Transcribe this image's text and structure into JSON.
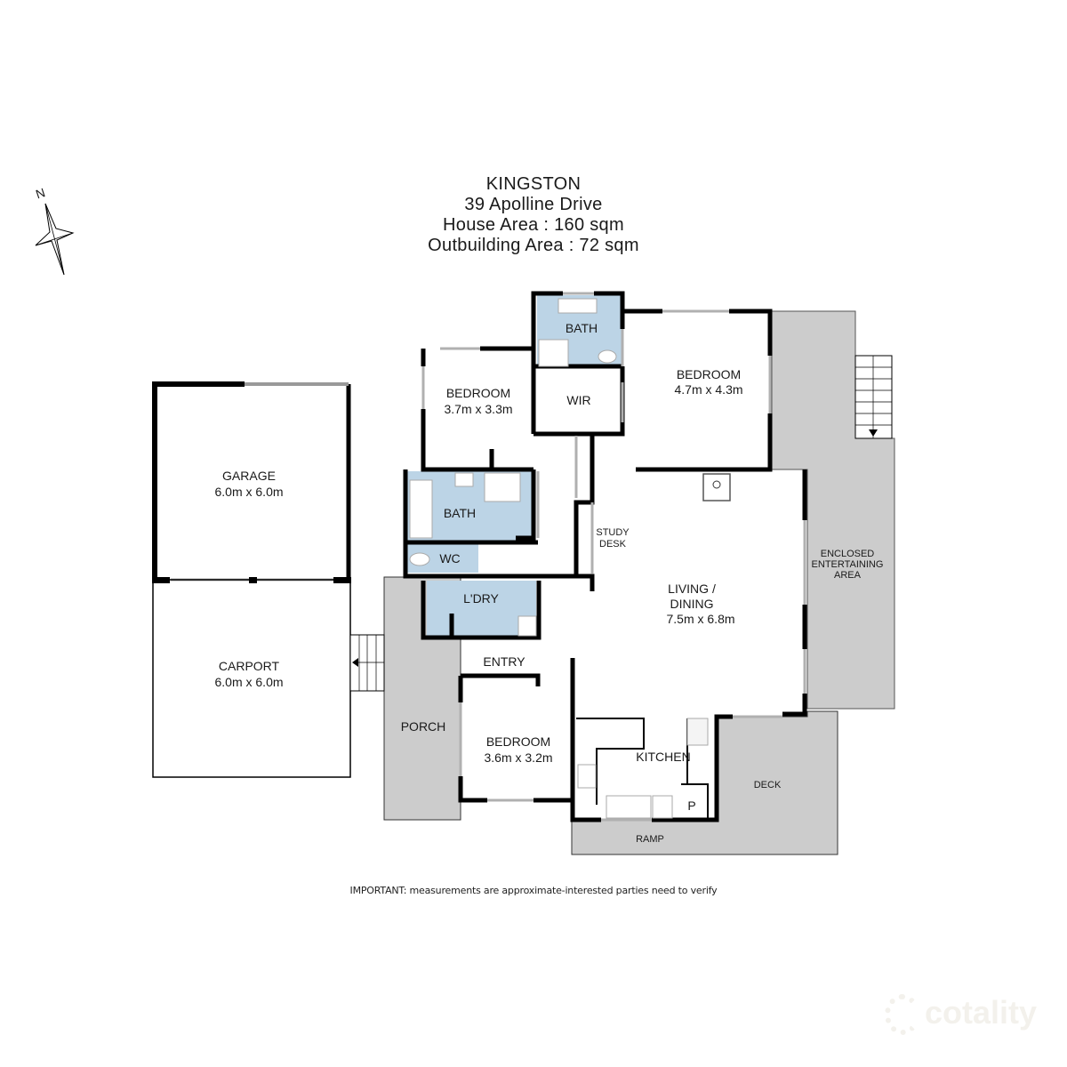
{
  "header": {
    "suburb": "KINGSTON",
    "address": "39 Apolline Drive",
    "house_area": "House Area : 160 sqm",
    "outbuilding_area": "Outbuilding Area : 72 sqm"
  },
  "compass": {
    "label": "N",
    "icon": "north-arrow-icon"
  },
  "rooms": {
    "garage": {
      "name": "GARAGE",
      "size": "6.0m x 6.0m"
    },
    "carport": {
      "name": "CARPORT",
      "size": "6.0m x 6.0m"
    },
    "bedroom_nw": {
      "name": "BEDROOM",
      "size": "3.7m x 3.3m"
    },
    "bath_ensuite": {
      "name": "BATH"
    },
    "wir": {
      "name": "WIR"
    },
    "bedroom_master": {
      "name": "BEDROOM",
      "size": "4.7m x 4.3m"
    },
    "bath_main": {
      "name": "BATH"
    },
    "wc": {
      "name": "WC"
    },
    "study": {
      "line1": "STUDY",
      "line2": "DESK"
    },
    "laundry": {
      "name": "L'DRY"
    },
    "entry": {
      "name": "ENTRY"
    },
    "porch": {
      "name": "PORCH"
    },
    "bedroom_sw": {
      "name": "BEDROOM",
      "size": "3.6m x 3.2m"
    },
    "living": {
      "line1": "LIVING /",
      "line2": "DINING",
      "size": "7.5m x 6.8m"
    },
    "kitchen": {
      "name": "KITCHEN"
    },
    "pantry": {
      "name": "P"
    },
    "deck": {
      "name": "DECK"
    },
    "ramp": {
      "name": "RAMP"
    },
    "entertaining": {
      "line1": "ENCLOSED",
      "line2": "ENTERTAINING",
      "line3": "AREA"
    }
  },
  "colors": {
    "wall": "#000000",
    "wet_area": "#bcd4e6",
    "outdoor": "#cccccc",
    "window": "#b0b0b0"
  },
  "disclaimer": "IMPORTANT: measurements are approximate-interested parties need to verify",
  "brand": {
    "name": "cotality"
  }
}
